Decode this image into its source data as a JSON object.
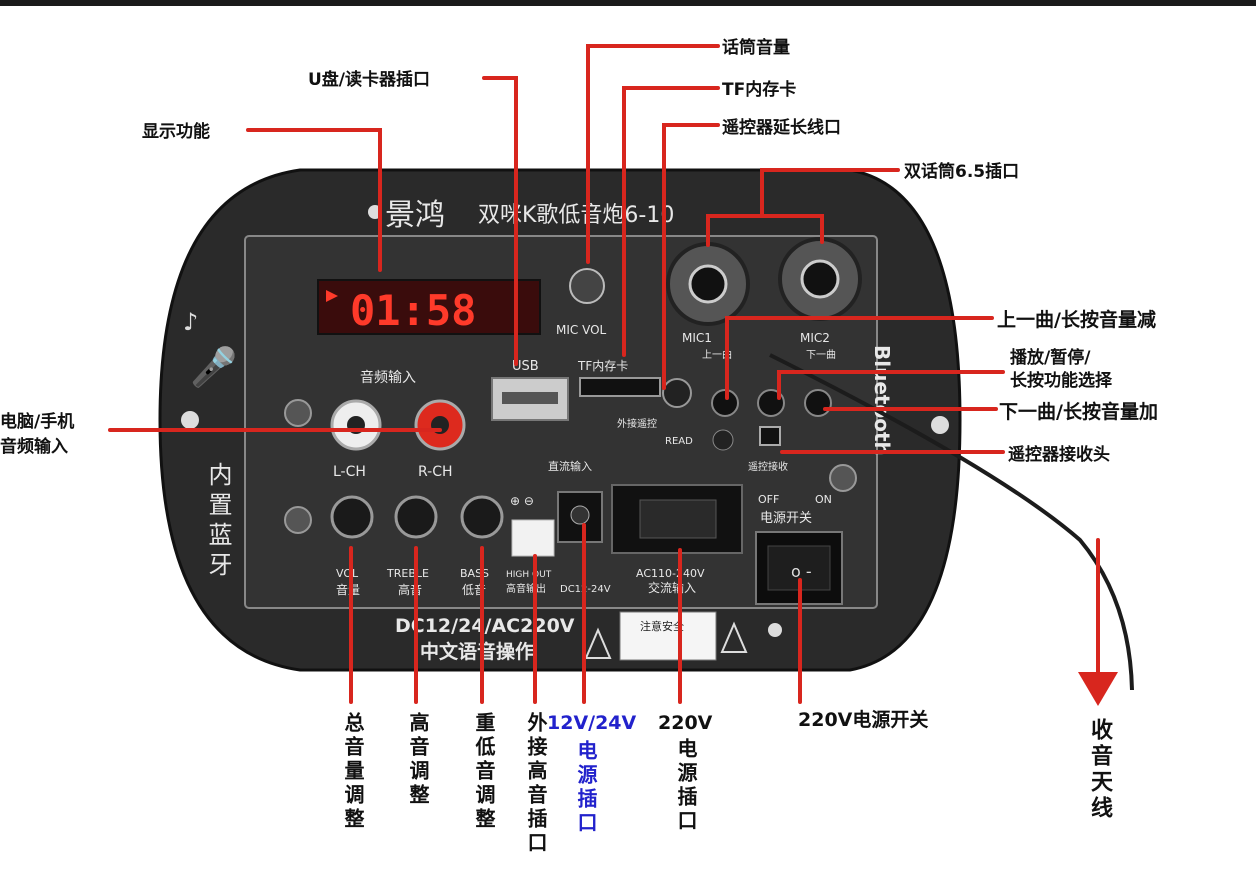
{
  "colors": {
    "callout": "#d8261e",
    "board": "#2a2a2a",
    "board_edge": "#111111",
    "display_bg": "#3a0c0c",
    "display_fg": "#ff3a2a",
    "highlight": "#2222cc"
  },
  "board": {
    "title_brand": "景鸿",
    "title_model": "双咪K歌低音炮6-10",
    "display_readout": "01:58",
    "builtin_bt": "内置蓝牙",
    "bluetooth": "Bluetooth",
    "audio_input": "音频输入",
    "lch": "L-CH",
    "rch": "R-CH",
    "usb": "USB",
    "tf_slot": "TF内存卡",
    "mic_vol": "MIC VOL",
    "mic1": "MIC1",
    "mic2": "MIC2",
    "prev_cn": "上一曲",
    "next_cn": "下一曲",
    "ext_remote": "外接遥控",
    "read": "READ",
    "remote_rx": "遥控接收",
    "off": "OFF",
    "on": "ON",
    "power_switch": "电源开关",
    "dc_input": "直流输入",
    "vol": "VOL",
    "vol_cn": "音量",
    "treble": "TREBLE",
    "treble_cn": "高音",
    "bass": "BASS",
    "bass_cn": "低音",
    "high_out": "HIGH OUT",
    "high_out_cn": "高音输出",
    "dc_range": "DC12-24V",
    "ac_range": "AC110-240V",
    "ac_input": "交流输入",
    "voltage": "DC12/24/AC220V",
    "voice": "中文语音操作",
    "caution": "注意安全"
  },
  "callouts": {
    "mic_volume": "话筒音量",
    "usb_slot": "U盘/读卡器插口",
    "tf_card": "TF内存卡",
    "remote_ext": "遥控器延长线口",
    "display": "显示功能",
    "dual_mic": "双话筒6.5插口",
    "prev": "上一曲/长按音量减",
    "play_line1": "播放/暂停/",
    "play_line2": "长按功能选择",
    "next": "下一曲/长按音量加",
    "remote_rx": "遥控器接收头",
    "pc_line1": "电脑/手机",
    "pc_line2": "音频输入",
    "total_vol": "总音量调整",
    "treble_adj": "高音调整",
    "bass_adj": "重低音调整",
    "ext_treble": "外接高音插口",
    "dc_power_title": "12V/24V",
    "dc_power_sub": "电源插口",
    "ac_power": "220V电源插口",
    "switch": "220V电源开关",
    "antenna": "收音天线"
  }
}
